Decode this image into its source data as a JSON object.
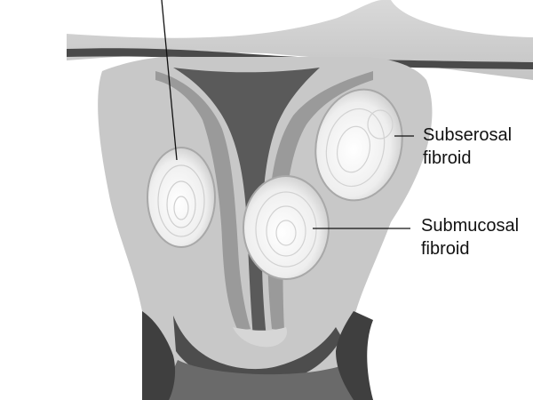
{
  "labels": {
    "subserosal": {
      "line1": "Subserosal",
      "line2": "fibroid"
    },
    "submucosal": {
      "line1": "Submucosal",
      "line2": "fibroid"
    }
  },
  "colors": {
    "background": "#ffffff",
    "uterus_wall": "#c8c8c8",
    "inner_lining": "#9a9a9a",
    "cavity": "#5a5a5a",
    "fibroid": "#eeeeee",
    "outline": "#111111"
  }
}
